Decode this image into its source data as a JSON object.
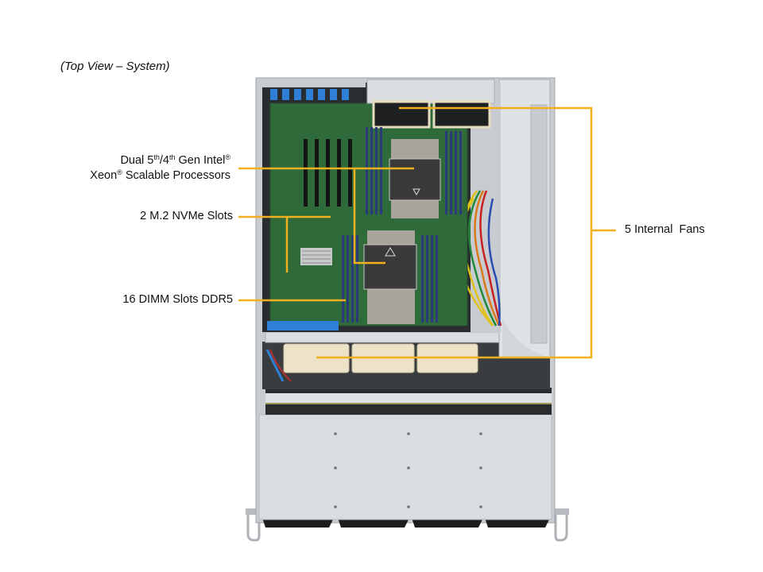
{
  "caption": "(Top View – System)",
  "colors": {
    "leader_line": "#f2b01e",
    "chassis": "#c9cdd1",
    "chassis_light": "#dfe3e6",
    "motherboard": "#2f6b3a",
    "fan_shroud": "#ece3c8",
    "pcie_latch": "#2f7fd6"
  },
  "callouts": {
    "processors": {
      "line1_pre": "Dual 5",
      "sup1": "th",
      "line1_mid": "/4",
      "sup2": "th",
      "line1_post": " Gen Intel",
      "reg1": "®",
      "line2_pre": "Xeon",
      "reg2": "®",
      "line2_post": " Scalable Processors"
    },
    "m2": {
      "text": "2 M.2 NVMe Slots"
    },
    "dimm": {
      "text": "16 DIMM Slots DDR5"
    },
    "fans": {
      "text": "5 Internal  Fans"
    }
  }
}
